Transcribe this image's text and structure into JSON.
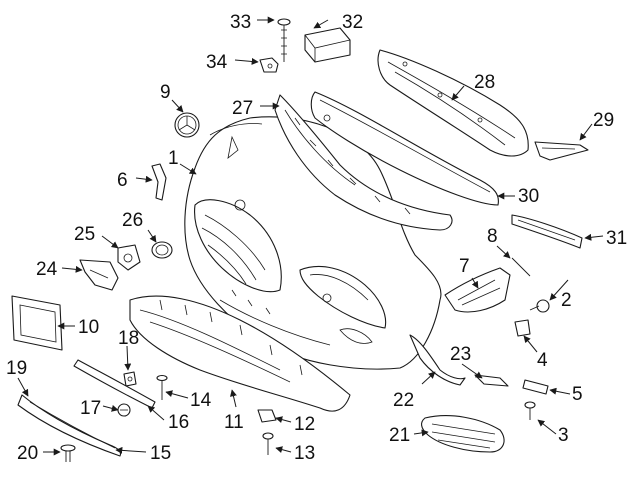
{
  "callouts": {
    "n1": "1",
    "n2": "2",
    "n3": "3",
    "n4": "4",
    "n5": "5",
    "n6": "6",
    "n7": "7",
    "n8": "8",
    "n9": "9",
    "n10": "10",
    "n11": "11",
    "n12": "12",
    "n13": "13",
    "n14": "14",
    "n15": "15",
    "n16": "16",
    "n17": "17",
    "n18": "18",
    "n19": "19",
    "n20": "20",
    "n21": "21",
    "n22": "22",
    "n23": "23",
    "n24": "24",
    "n25": "25",
    "n26": "26",
    "n27": "27",
    "n28": "28",
    "n29": "29",
    "n30": "30",
    "n31": "31",
    "n32": "32",
    "n33": "33",
    "n34": "34"
  },
  "colors": {
    "line": "#1a1a1a",
    "background": "#ffffff"
  }
}
